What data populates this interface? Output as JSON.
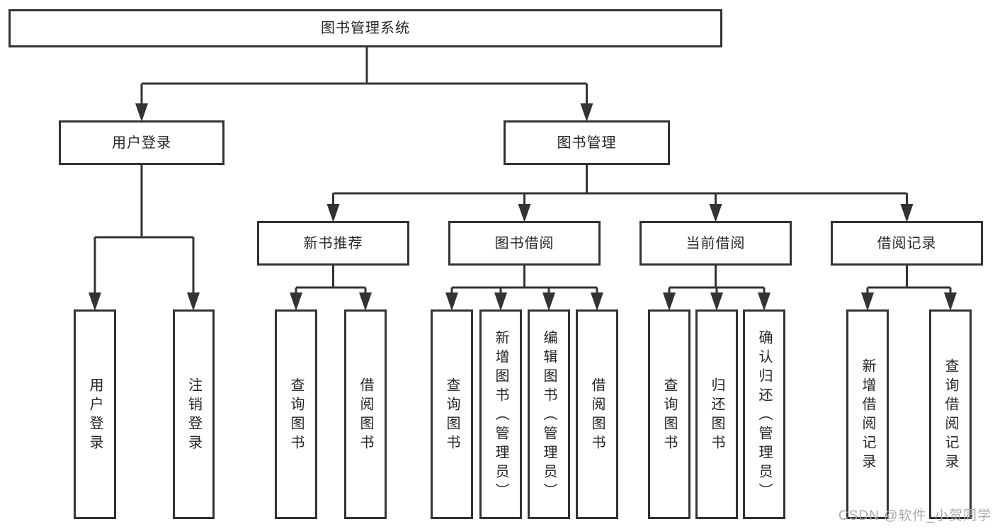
{
  "diagram": {
    "root": {
      "label": "图书管理系统"
    },
    "branches": [
      {
        "label": "用户登录",
        "children": [
          {
            "label": "用户登录"
          },
          {
            "label": "注销登录"
          }
        ]
      },
      {
        "label": "图书管理",
        "children": [
          {
            "label": "新书推荐",
            "children": [
              {
                "label": "查询图书"
              },
              {
                "label": "借阅图书"
              }
            ]
          },
          {
            "label": "图书借阅",
            "children": [
              {
                "label": "查询图书"
              },
              {
                "label": "新增图书（管理员）"
              },
              {
                "label": "编辑图书（管理员）"
              },
              {
                "label": "借阅图书"
              }
            ]
          },
          {
            "label": "当前借阅",
            "children": [
              {
                "label": "查询图书"
              },
              {
                "label": "归还图书"
              },
              {
                "label": "确认归还（管理员）"
              }
            ]
          },
          {
            "label": "借阅记录",
            "children": [
              {
                "label": "新增借阅记录"
              },
              {
                "label": "查询借阅记录"
              }
            ]
          }
        ]
      }
    ]
  },
  "watermark": {
    "text": "CSDN @软件_小贺同学"
  },
  "colors": {
    "line": "#333333",
    "box_border": "#333333",
    "text": "#262626",
    "watermark": "#a9a9a9",
    "background": "#ffffff"
  }
}
